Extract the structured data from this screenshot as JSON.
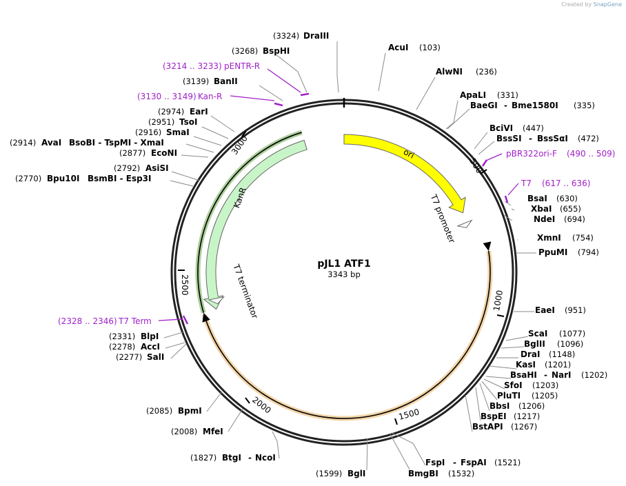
{
  "credit": {
    "prefix": "Created by",
    "brand": "SnapGene"
  },
  "plasmid": {
    "name": "pJL1 ATF1",
    "size_label": "3343 bp",
    "length": 3343
  },
  "ticks": [
    "500",
    "1000",
    "1500",
    "2000",
    "2500",
    "3000"
  ],
  "features": [
    {
      "name": "ori",
      "start": 0,
      "end": 589,
      "color": "#ffff00",
      "direction": "cw"
    },
    {
      "name": "KanR",
      "start": 2358,
      "end": 3187,
      "color": "#c8f5c8",
      "direction": "ccw"
    },
    {
      "name": "T7 promoter",
      "start": 630,
      "end": 650,
      "color": "#ffffff",
      "direction": "cw"
    },
    {
      "name": "T7 terminator",
      "start": 2377,
      "end": 2400,
      "color": "#ffffff",
      "direction": "ccw"
    }
  ],
  "orfs": [
    {
      "start": 758,
      "end": 2350,
      "color": "#e8b060",
      "direction": "ccw"
    },
    {
      "start": 2358,
      "end": 3187,
      "color": "#68a848",
      "direction": "ccw"
    }
  ],
  "enzymes": [
    {
      "label": "DraIII",
      "pos": "(3324)"
    },
    {
      "label": "AcuI",
      "pos": "(103)"
    },
    {
      "label": "BspHI",
      "pos": "(3268)"
    },
    {
      "label": "AlwNI",
      "pos": "(236)"
    },
    {
      "label": "BanII",
      "pos": "(3139)"
    },
    {
      "label": "ApaLI",
      "pos": "(331)"
    },
    {
      "label": "BaeGI",
      "pos": "",
      "extra": "Bme1580I",
      "pos2": "(335)"
    },
    {
      "label": "EarI",
      "pos": "(2974)"
    },
    {
      "label": "TsoI",
      "pos": "(2951)"
    },
    {
      "label": "SmaI",
      "pos": "(2916)"
    },
    {
      "label": "AvaI",
      "pos": "(2914)",
      "extra": "BsoBI - TspMI - XmaI"
    },
    {
      "label": "EcoNI",
      "pos": "(2877)"
    },
    {
      "label": "BciVI",
      "pos": "(447)"
    },
    {
      "label": "BssSI",
      "pos": "",
      "extra": "BssSαI",
      "pos2": "(472)"
    },
    {
      "label": "AsiSI",
      "pos": "(2792)"
    },
    {
      "label": "Bpu10I",
      "pos": "(2770)",
      "extra": "BsmBI - Esp3I"
    },
    {
      "label": "BsaI",
      "pos": "(630)"
    },
    {
      "label": "XbaI",
      "pos": "(655)"
    },
    {
      "label": "NdeI",
      "pos": "(694)"
    },
    {
      "label": "XmnI",
      "pos": "(754)"
    },
    {
      "label": "PpuMI",
      "pos": "(794)"
    },
    {
      "label": "EaeI",
      "pos": "(951)"
    },
    {
      "label": "ScaI",
      "pos": "(1077)"
    },
    {
      "label": "BglII",
      "pos": "(1096)"
    },
    {
      "label": "DraI",
      "pos": "(1148)"
    },
    {
      "label": "KasI",
      "pos": "(1201)"
    },
    {
      "label": "BsaHI",
      "pos": "",
      "extra": "NarI",
      "pos2": "(1202)"
    },
    {
      "label": "SfoI",
      "pos": "(1203)"
    },
    {
      "label": "PluTI",
      "pos": "(1205)"
    },
    {
      "label": "BbsI",
      "pos": "(1206)"
    },
    {
      "label": "BspEI",
      "pos": "(1217)"
    },
    {
      "label": "BstAPI",
      "pos": "(1267)"
    },
    {
      "label": "FspI",
      "pos": "",
      "extra": "FspAI",
      "pos2": "(1521)"
    },
    {
      "label": "BmgBI",
      "pos": "(1532)"
    },
    {
      "label": "BglI",
      "pos": "(1599)"
    },
    {
      "label": "BtgI",
      "pos": "(1827)",
      "extra": "NcoI"
    },
    {
      "label": "MfeI",
      "pos": "(2008)"
    },
    {
      "label": "BpmI",
      "pos": "(2085)"
    },
    {
      "label": "SalI",
      "pos": "(2277)"
    },
    {
      "label": "AccI",
      "pos": "(2278)"
    },
    {
      "label": "BlpI",
      "pos": "(2331)"
    }
  ],
  "primers": [
    {
      "label": "pENTR-R",
      "range": "(3214 .. 3233)"
    },
    {
      "label": "Kan-R",
      "range": "(3130 .. 3149)"
    },
    {
      "label": "pBR322ori-F",
      "range": "(490 .. 509)"
    },
    {
      "label": "T7",
      "range": "(617 .. 636)"
    },
    {
      "label": "T7 Term",
      "range": "(2328 .. 2346)"
    }
  ]
}
